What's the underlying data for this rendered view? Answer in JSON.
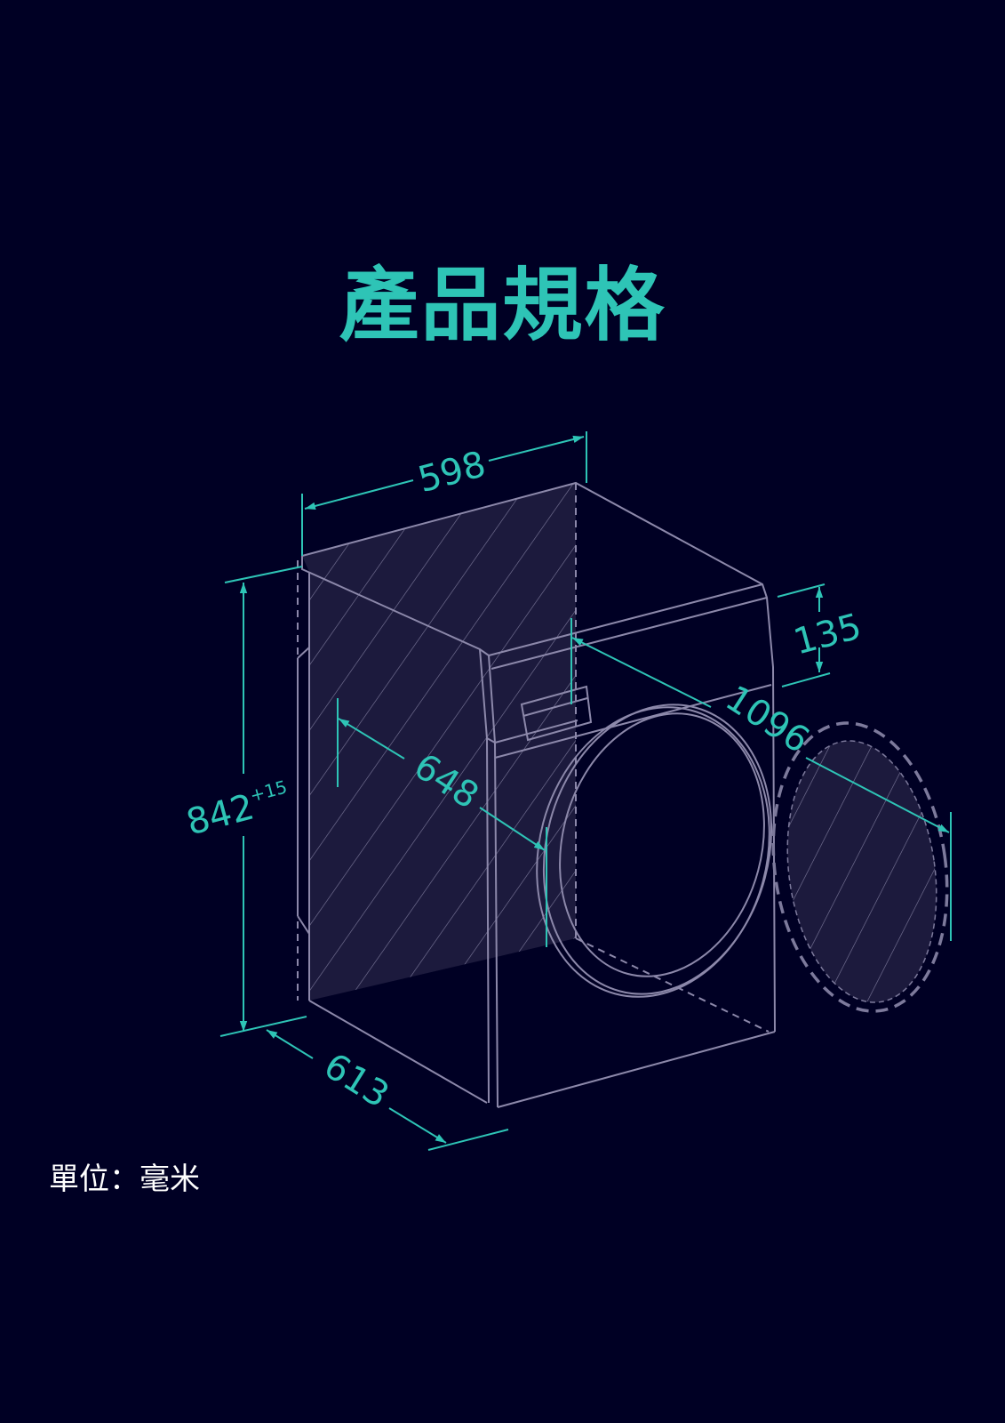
{
  "title": "產品規格",
  "unit_label": "單位：毫米",
  "dimensions": {
    "width": "598",
    "height": "842",
    "height_tolerance": "+15",
    "depth": "613",
    "depth_inner": "648",
    "depth_door_open": "1096",
    "top_panel": "135"
  },
  "colors": {
    "background": "#000024",
    "accent": "#2ec4b6",
    "line": "#8c88aa",
    "hatch_fill": "#1c1a3d"
  }
}
